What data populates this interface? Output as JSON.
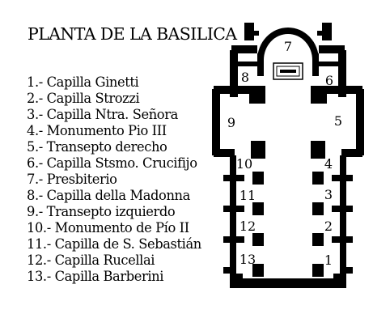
{
  "title": "PLANTA DE LA BASILICA",
  "legend": [
    "1.- Capilla Ginetti",
    "2.- Capilla Strozzi",
    "3.- Capilla Ntra. Señora",
    "4.- Monumento Pio III",
    "5.- Transepto derecho",
    "6.- Capilla Stsmo. Crucifijo",
    "7.- Presbiterio",
    "8.- Capilla della Madonna",
    "9.- Transepto izquierdo",
    "10.- Monumento de Pío II",
    "11.- Capilla de S. Sebastián",
    "12.- Capilla Rucellai",
    "13.- Capilla Barberini"
  ],
  "plan_numbers": [
    "1",
    "2",
    "3",
    "4",
    "5",
    "6",
    "7",
    "8",
    "9",
    "10",
    "11",
    "12",
    "13"
  ],
  "colors": {
    "ink": "#000000",
    "background": "#ffffff"
  }
}
